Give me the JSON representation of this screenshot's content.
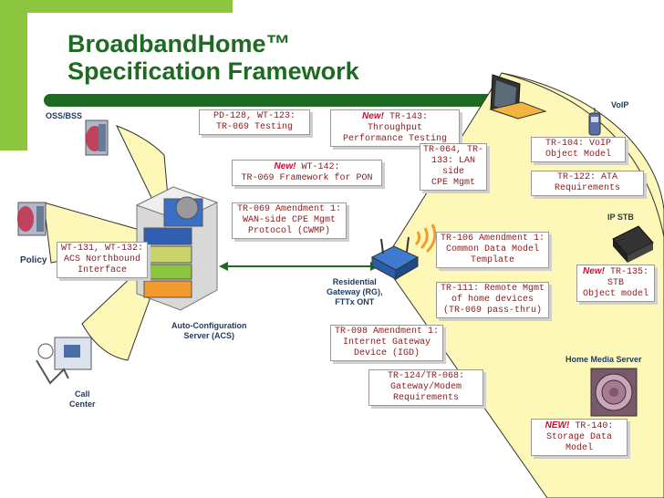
{
  "title": {
    "line1": "BroadbandHome™",
    "line2": "Specification Framework"
  },
  "labels": {
    "oss_bss": "OSS/BSS",
    "policy": "Policy",
    "call_center_1": "Call",
    "call_center_2": "Center",
    "acs_1": "Auto-Configuration",
    "acs_2": "Server (ACS)",
    "rg_1": "Residential",
    "rg_2": "Gateway (RG),",
    "rg_3": "FTTx ONT",
    "voip": "VoIP",
    "ip_stb": "IP STB",
    "home_media_server": "Home Media Server"
  },
  "boxes": {
    "pd128": {
      "l1": "PD-128, WT-123:",
      "l2": "TR-069 Testing"
    },
    "tr143": {
      "new": "New!",
      "l1": " TR-143: Throughput",
      "l2": "Performance Testing"
    },
    "tr064": {
      "l1": "TR-064, TR-",
      "l2": "133: LAN side",
      "l3": "CPE Mgmt"
    },
    "wt142": {
      "new": "New!",
      "l1": " WT-142:",
      "l2": "TR-069 Framework for PON"
    },
    "tr069am1": {
      "l1": "TR-069 Amendment 1:",
      "l2": "WAN-side CPE Mgmt",
      "l3": "Protocol (CWMP)"
    },
    "wt131": {
      "l1": "WT-131, WT-132:",
      "l2": "ACS Northbound",
      "l3": "Interface"
    },
    "tr106": {
      "l1": "TR-106 Amendment 1:",
      "l2": "Common Data Model",
      "l3": "Template"
    },
    "tr111": {
      "l1": "TR-111: Remote Mgmt",
      "l2": "of home devices",
      "l3": "(TR-069 pass-thru)"
    },
    "tr098": {
      "l1": "TR-098 Amendment 1:",
      "l2": "Internet Gateway",
      "l3": "Device (IGD)"
    },
    "tr124": {
      "l1": "TR-124/TR-068:",
      "l2": "Gateway/Modem",
      "l3": "Requirements"
    },
    "tr104": {
      "l1": "TR-104: VoIP",
      "l2": "Object Model"
    },
    "tr122": {
      "l1": "TR-122: ATA",
      "l2": "Requirements"
    },
    "tr135": {
      "new": "New!",
      "l1": " TR-135:",
      "l2": "STB",
      "l3": "Object model"
    },
    "tr140": {
      "new": "NEW!",
      "l1": " TR-140:",
      "l2": "Storage Data Model"
    }
  },
  "colors": {
    "title_green": "#1f6a23",
    "accent_green": "#8cc63f",
    "bar_green": "#1f6a23",
    "fan_yellow": "#fdf7b8",
    "box_text": "#8b1a1a",
    "new_red": "#c8102e",
    "label_blue": "#1f3a5f"
  }
}
